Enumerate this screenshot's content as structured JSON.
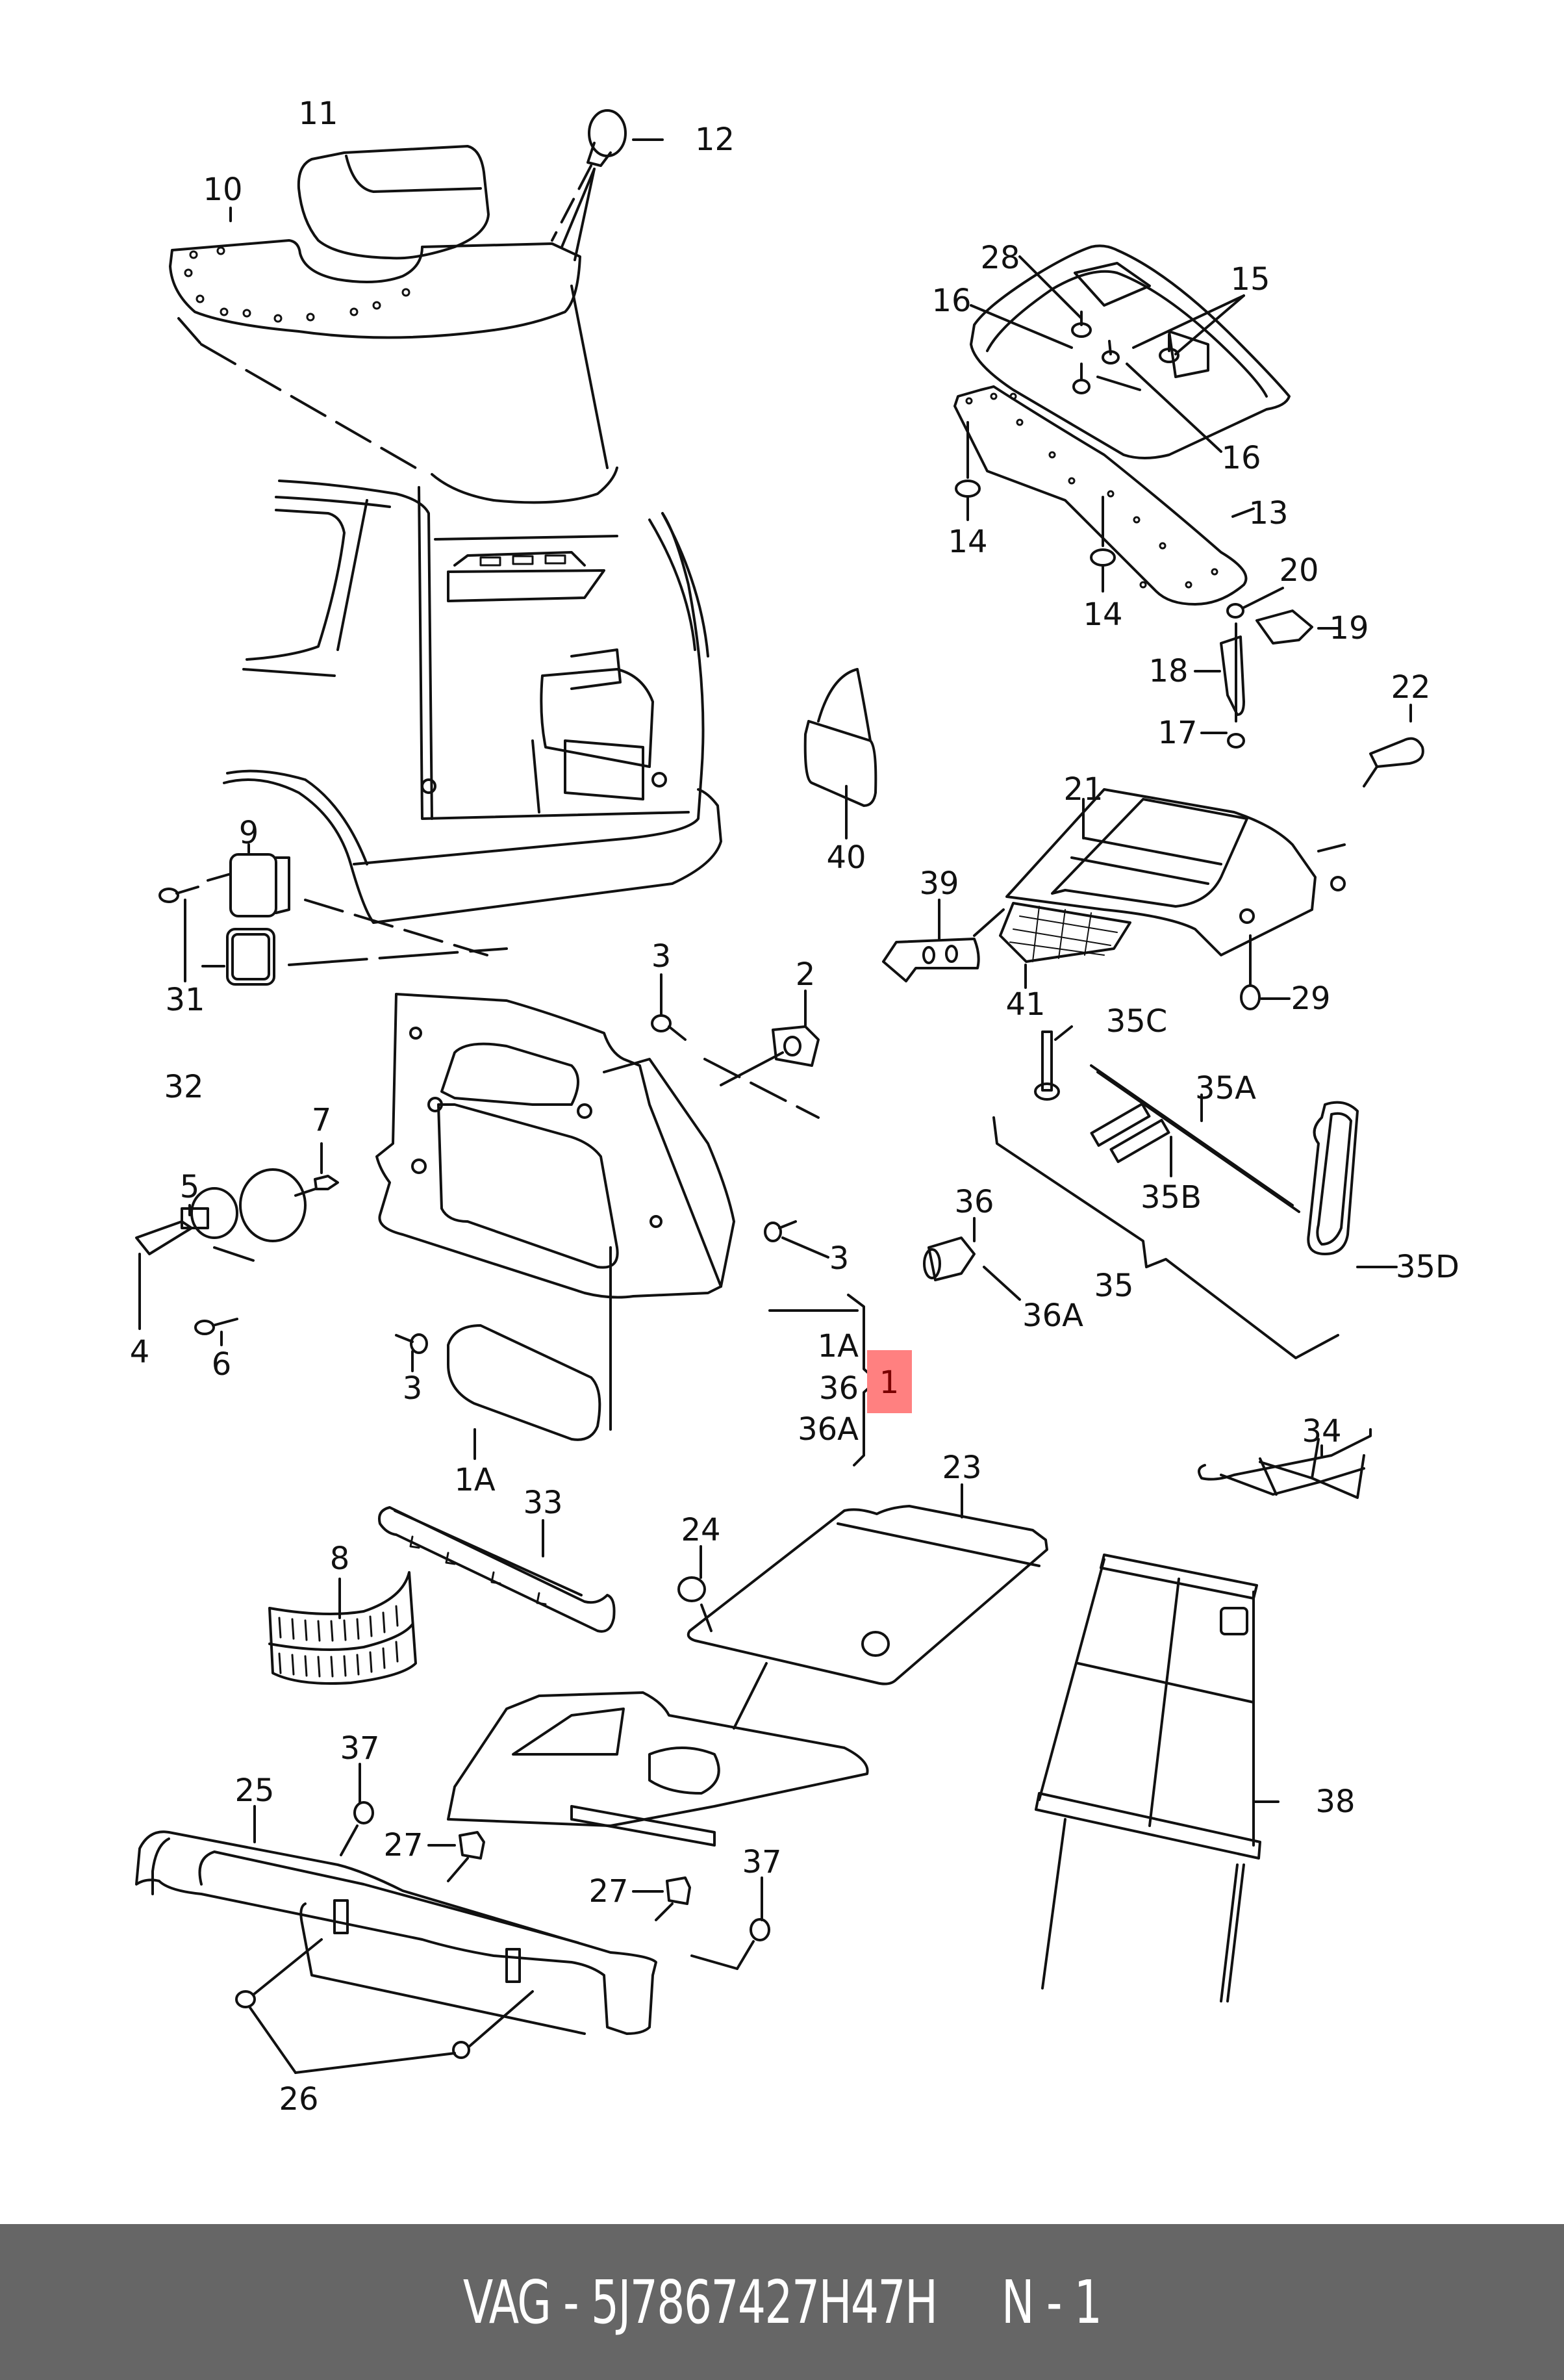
{
  "diagram": {
    "type": "exploded-parts-diagram",
    "subject": "Luggage compartment trim / rear interior parts",
    "highlighted_callout": "1",
    "callout_group": {
      "target": "1",
      "members": [
        "1A",
        "36",
        "36A"
      ]
    },
    "callouts": [
      {
        "id": "c11",
        "text": "11"
      },
      {
        "id": "c12",
        "text": "12"
      },
      {
        "id": "c10",
        "text": "10"
      },
      {
        "id": "c28",
        "text": "28"
      },
      {
        "id": "c16a",
        "text": "16"
      },
      {
        "id": "c15",
        "text": "15"
      },
      {
        "id": "c16b",
        "text": "16"
      },
      {
        "id": "c13",
        "text": "13"
      },
      {
        "id": "c14a",
        "text": "14"
      },
      {
        "id": "c14b",
        "text": "14"
      },
      {
        "id": "c20",
        "text": "20"
      },
      {
        "id": "c19",
        "text": "19"
      },
      {
        "id": "c18",
        "text": "18"
      },
      {
        "id": "c17",
        "text": "17"
      },
      {
        "id": "c22",
        "text": "22"
      },
      {
        "id": "c21",
        "text": "21"
      },
      {
        "id": "c40",
        "text": "40"
      },
      {
        "id": "c39",
        "text": "39"
      },
      {
        "id": "c41",
        "text": "41"
      },
      {
        "id": "c29",
        "text": "29"
      },
      {
        "id": "c9",
        "text": "9"
      },
      {
        "id": "c31",
        "text": "31"
      },
      {
        "id": "c32",
        "text": "32"
      },
      {
        "id": "c3a",
        "text": "3"
      },
      {
        "id": "c2",
        "text": "2"
      },
      {
        "id": "c35C",
        "text": "35C"
      },
      {
        "id": "c35A",
        "text": "35A"
      },
      {
        "id": "c35B",
        "text": "35B"
      },
      {
        "id": "c7",
        "text": "7"
      },
      {
        "id": "c5",
        "text": "5"
      },
      {
        "id": "c36a",
        "text": "36"
      },
      {
        "id": "c3b",
        "text": "3"
      },
      {
        "id": "c35",
        "text": "35"
      },
      {
        "id": "c35D",
        "text": "35D"
      },
      {
        "id": "c36Aa",
        "text": "36A"
      },
      {
        "id": "c4",
        "text": "4"
      },
      {
        "id": "c6",
        "text": "6"
      },
      {
        "id": "c1Aa",
        "text": "1A"
      },
      {
        "id": "c36b",
        "text": "36"
      },
      {
        "id": "c3c",
        "text": "3"
      },
      {
        "id": "c36Ab",
        "text": "36A"
      },
      {
        "id": "c1Ab",
        "text": "1A"
      },
      {
        "id": "c23",
        "text": "23"
      },
      {
        "id": "c34",
        "text": "34"
      },
      {
        "id": "c24",
        "text": "24"
      },
      {
        "id": "c33",
        "text": "33"
      },
      {
        "id": "c8",
        "text": "8"
      },
      {
        "id": "c37a",
        "text": "37"
      },
      {
        "id": "c25",
        "text": "25"
      },
      {
        "id": "c38",
        "text": "38"
      },
      {
        "id": "c27a",
        "text": "27"
      },
      {
        "id": "c27b",
        "text": "27"
      },
      {
        "id": "c37b",
        "text": "37"
      },
      {
        "id": "c26",
        "text": "26"
      }
    ],
    "highlight_label": "1",
    "highlight_color": "#ff8080"
  },
  "footer": {
    "brand": "VAG",
    "separator": "-",
    "part_number": "5J7867427H47H",
    "position_label": "N - 1",
    "background": "#666666",
    "text_color": "#ffffff",
    "full_text": "VAG - 5J7867427H47H     N - 1"
  }
}
